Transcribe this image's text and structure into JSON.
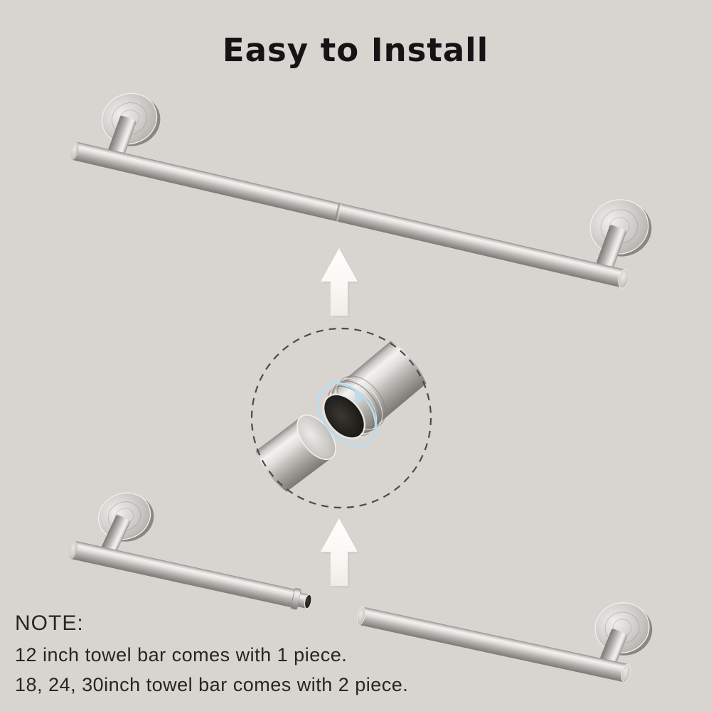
{
  "title": "Easy to Install",
  "note": {
    "heading": "NOTE:",
    "lines": [
      "12 inch towel bar comes with 1 piece.",
      "18, 24, 30inch towel bar comes with 2 piece."
    ]
  },
  "illustration": {
    "top_item": "assembled towel bar mounted on two wall flanges",
    "detail_circle": "magnified threaded connector joint of the two bar pieces",
    "bottom_items": "two separated towel bar pieces before assembly",
    "icons": [
      "up-arrow-icon",
      "rotation-arrow-icon",
      "magnifier-dashed-circle-icon",
      "wall-flange",
      "bar-rod"
    ]
  },
  "colors": {
    "background": "#d8d4cf",
    "title_text": "#141414",
    "note_text": "#262626",
    "metal_highlight": "#f3f2f0",
    "metal_mid": "#c0beba",
    "metal_dark": "#7c7975",
    "hole_dark": "#131210",
    "rotation_arrow_blue": "#badcee",
    "up_arrow_white": "#fdfcfa",
    "dashed_circle": "#4d4b49"
  }
}
